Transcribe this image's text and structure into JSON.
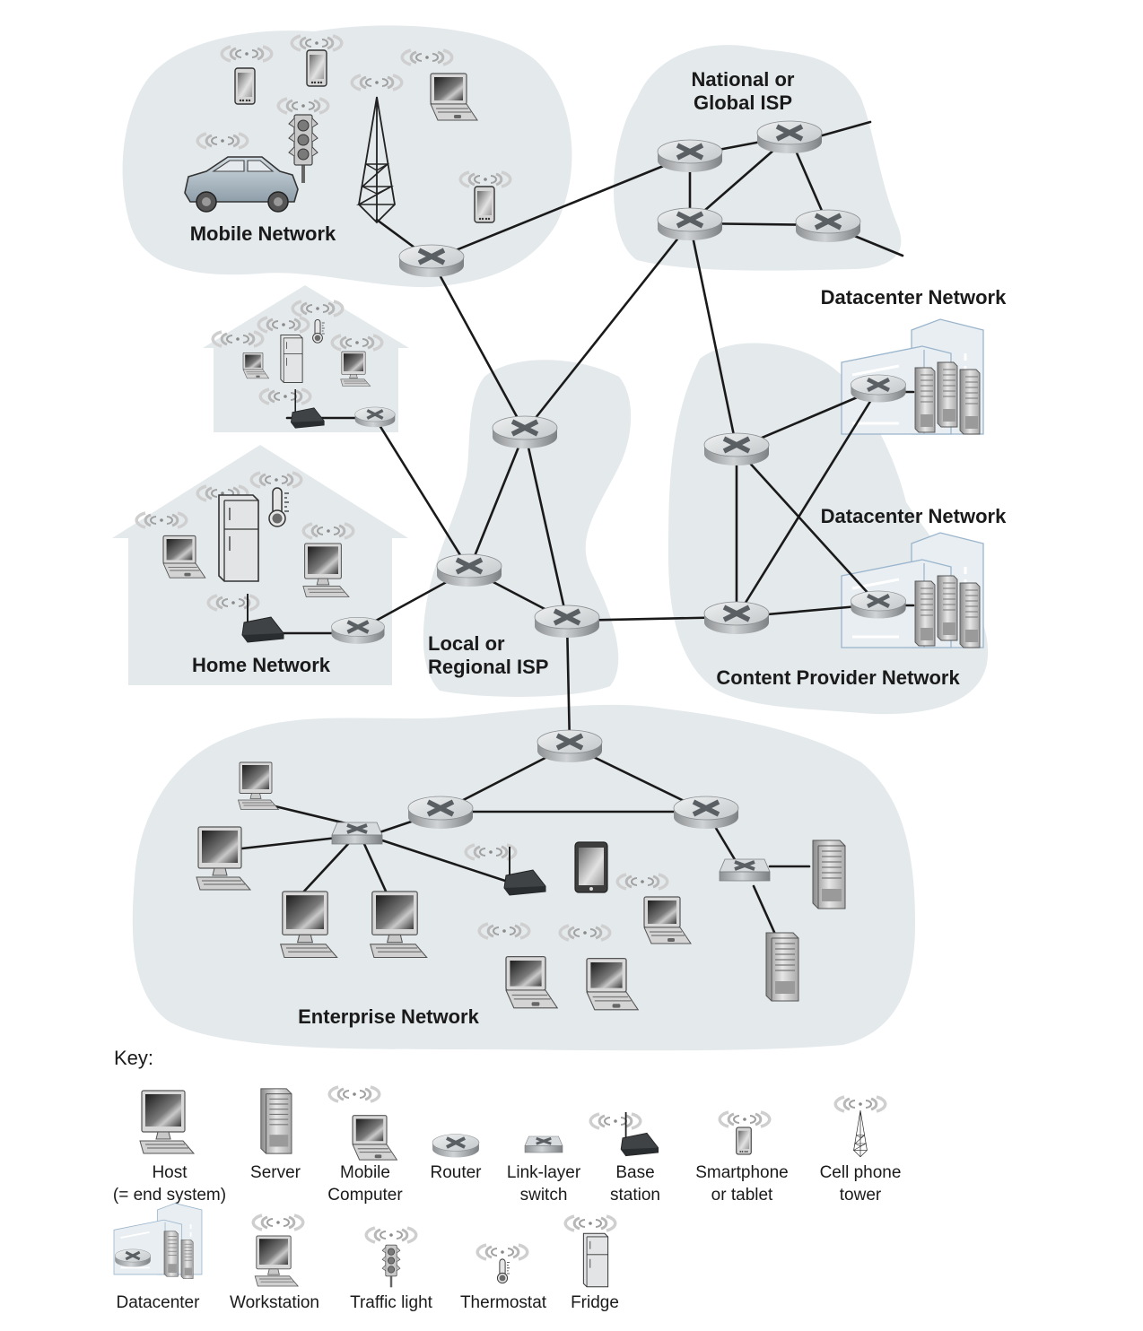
{
  "colors": {
    "cloud": "#e4e9ec",
    "link": "#1a1a1a",
    "label": "#1a1a1a",
    "router_top": "#d9dcde",
    "router_side": "#9a9d9f",
    "router_x": "#5a5f63",
    "datacenter_outline": "#9ab5cc"
  },
  "regions": {
    "mobile": {
      "label": "Mobile Network"
    },
    "national": {
      "label_line1": "National or",
      "label_line2": "Global ISP"
    },
    "home_small": {
      "label": ""
    },
    "home": {
      "label": "Home Network"
    },
    "local": {
      "label_line1": "Local or",
      "label_line2": "Regional ISP"
    },
    "datacenter1": {
      "label": "Datacenter Network"
    },
    "datacenter2": {
      "label": "Datacenter Network"
    },
    "content": {
      "label": "Content Provider Network"
    },
    "enterprise": {
      "label": "Enterprise Network"
    }
  },
  "nodes": [
    {
      "id": "r-mobile",
      "type": "router",
      "region": "mobile"
    },
    {
      "id": "r-nat-a",
      "type": "router",
      "region": "national"
    },
    {
      "id": "r-nat-b",
      "type": "router",
      "region": "national"
    },
    {
      "id": "r-nat-c",
      "type": "router",
      "region": "national"
    },
    {
      "id": "r-nat-d",
      "type": "router",
      "region": "national"
    },
    {
      "id": "r-home-small",
      "type": "router",
      "region": "home_small"
    },
    {
      "id": "r-home",
      "type": "router",
      "region": "home"
    },
    {
      "id": "r-local-top",
      "type": "router",
      "region": "local"
    },
    {
      "id": "r-local-left",
      "type": "router",
      "region": "local"
    },
    {
      "id": "r-local-right",
      "type": "router",
      "region": "local"
    },
    {
      "id": "r-cp-top",
      "type": "router",
      "region": "content"
    },
    {
      "id": "r-cp-bottom",
      "type": "router",
      "region": "content"
    },
    {
      "id": "r-dc1",
      "type": "router",
      "region": "datacenter1"
    },
    {
      "id": "r-dc2",
      "type": "router",
      "region": "datacenter2"
    },
    {
      "id": "r-ent-top",
      "type": "router",
      "region": "enterprise"
    },
    {
      "id": "r-ent-left",
      "type": "router",
      "region": "enterprise"
    },
    {
      "id": "r-ent-right",
      "type": "router",
      "region": "enterprise"
    }
  ],
  "links": [
    [
      "cell-tower",
      "r-mobile"
    ],
    [
      "r-mobile",
      "r-nat-a"
    ],
    [
      "r-mobile",
      "r-local-top"
    ],
    [
      "r-nat-a",
      "r-nat-b"
    ],
    [
      "r-nat-a",
      "r-nat-c"
    ],
    [
      "r-nat-b",
      "r-nat-c"
    ],
    [
      "r-nat-b",
      "r-nat-d"
    ],
    [
      "r-nat-c",
      "r-nat-d"
    ],
    [
      "r-nat-c",
      "r-local-top"
    ],
    [
      "r-nat-c",
      "r-cp-top"
    ],
    [
      "r-home-small",
      "r-local-left"
    ],
    [
      "r-home",
      "r-local-left"
    ],
    [
      "r-local-top",
      "r-local-left"
    ],
    [
      "r-local-top",
      "r-local-right"
    ],
    [
      "r-local-left",
      "r-local-right"
    ],
    [
      "r-local-right",
      "r-cp-bottom"
    ],
    [
      "r-local-right",
      "r-ent-top"
    ],
    [
      "r-cp-top",
      "r-cp-bottom"
    ],
    [
      "r-cp-top",
      "r-dc1"
    ],
    [
      "r-cp-top",
      "r-dc2"
    ],
    [
      "r-cp-bottom",
      "r-dc1"
    ],
    [
      "r-cp-bottom",
      "r-dc2"
    ],
    [
      "r-ent-top",
      "r-ent-left"
    ],
    [
      "r-ent-top",
      "r-ent-right"
    ],
    [
      "r-ent-left",
      "r-ent-right"
    ],
    [
      "r-ent-left",
      "switch-ent-left"
    ],
    [
      "r-ent-right",
      "switch-ent-right"
    ]
  ],
  "key": {
    "title": "Key:",
    "row1": [
      {
        "icon": "host-icon",
        "line1": "Host",
        "line2": "(= end system)"
      },
      {
        "icon": "server-icon",
        "line1": "Server",
        "line2": ""
      },
      {
        "icon": "mobile-computer-icon",
        "line1": "Mobile",
        "line2": "Computer"
      },
      {
        "icon": "router-icon",
        "line1": "Router",
        "line2": ""
      },
      {
        "icon": "link-layer-switch-icon",
        "line1": "Link-layer",
        "line2": "switch"
      },
      {
        "icon": "base-station-icon",
        "line1": "Base",
        "line2": "station"
      },
      {
        "icon": "smartphone-icon",
        "line1": "Smartphone",
        "line2": "or tablet"
      },
      {
        "icon": "cell-tower-icon",
        "line1": "Cell phone",
        "line2": "tower"
      }
    ],
    "row2": [
      {
        "icon": "datacenter-icon",
        "line1": "Datacenter"
      },
      {
        "icon": "workstation-icon",
        "line1": "Workstation"
      },
      {
        "icon": "traffic-light-icon",
        "line1": "Traffic light"
      },
      {
        "icon": "thermostat-icon",
        "line1": "Thermostat"
      },
      {
        "icon": "fridge-icon",
        "line1": "Fridge"
      }
    ]
  }
}
